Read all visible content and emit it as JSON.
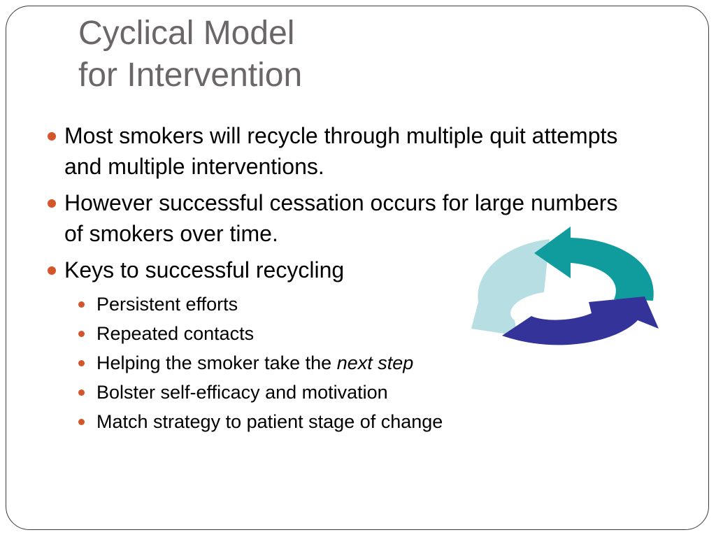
{
  "slide": {
    "title_line1": "Cyclical Model",
    "title_line2": "for Intervention"
  },
  "bullets": [
    {
      "text": "Most smokers will recycle through multiple quit attempts and multiple interventions."
    },
    {
      "text": "However successful cessation occurs for large numbers of smokers over time."
    },
    {
      "text": "Keys to successful recycling"
    }
  ],
  "sub_bullets": [
    {
      "text": "Persistent efforts"
    },
    {
      "text": "Repeated contacts"
    },
    {
      "text_plain": "Helping the smoker take the ",
      "text_italic": "next step"
    },
    {
      "text": "Bolster self-efficacy and motivation"
    },
    {
      "text": "Match strategy to patient stage of change"
    }
  ],
  "colors": {
    "title": "#6b6667",
    "bullet": "#d4552b",
    "arrow_teal": "#109c9c",
    "arrow_navy": "#333399",
    "arrow_light": "#b7dfe3"
  },
  "icons": {
    "cycle_graphic": "circular-arrows-icon"
  }
}
